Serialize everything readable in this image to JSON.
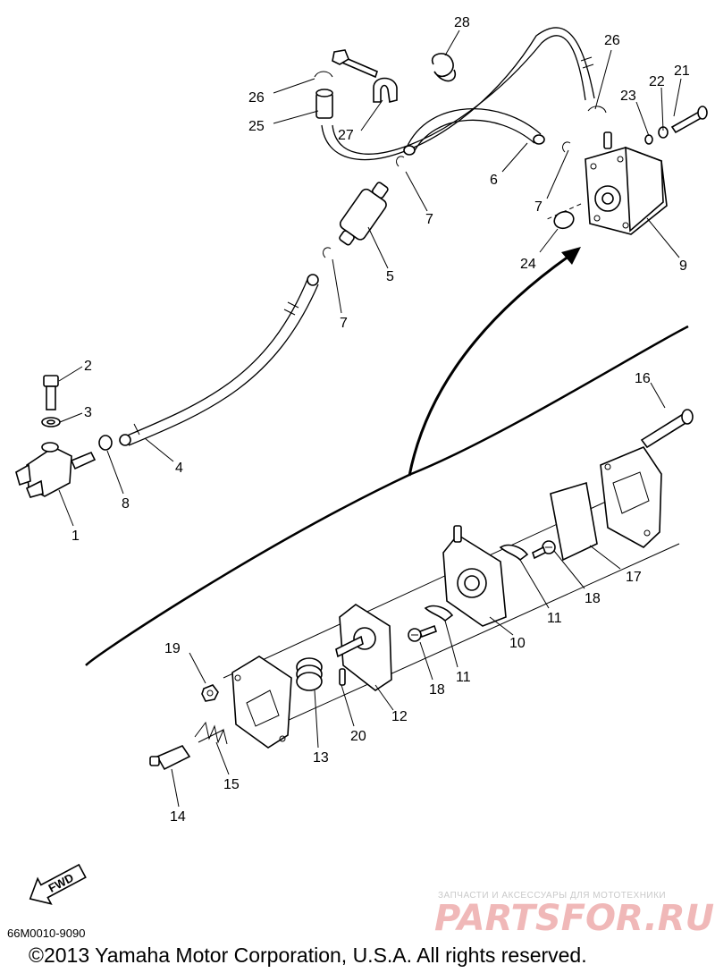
{
  "callouts": {
    "c1": "1",
    "c2": "2",
    "c3": "3",
    "c4": "4",
    "c5": "5",
    "c6": "6",
    "c7a": "7",
    "c7b": "7",
    "c7c": "7",
    "c8": "8",
    "c9": "9",
    "c10": "10",
    "c11a": "11",
    "c11b": "11",
    "c12": "12",
    "c13": "13",
    "c14": "14",
    "c15": "15",
    "c16": "16",
    "c17": "17",
    "c18a": "18",
    "c18b": "18",
    "c19": "19",
    "c20": "20",
    "c21": "21",
    "c22": "22",
    "c23": "23",
    "c24": "24",
    "c25": "25",
    "c26a": "26",
    "c26b": "26",
    "c27": "27",
    "c28": "28"
  },
  "direction_label": "FWD",
  "diagram_code": "66M0010-9090",
  "copyright": "©2013 Yamaha Motor Corporation, U.S.A. All rights reserved.",
  "watermark": {
    "tagline": "ЗАПЧАСТИ И АКСЕССУАРЫ ДЛЯ МОТОТЕХНИКИ",
    "logo": "PARTSFOR.RU",
    "logo_color": "#f0b8b8"
  }
}
